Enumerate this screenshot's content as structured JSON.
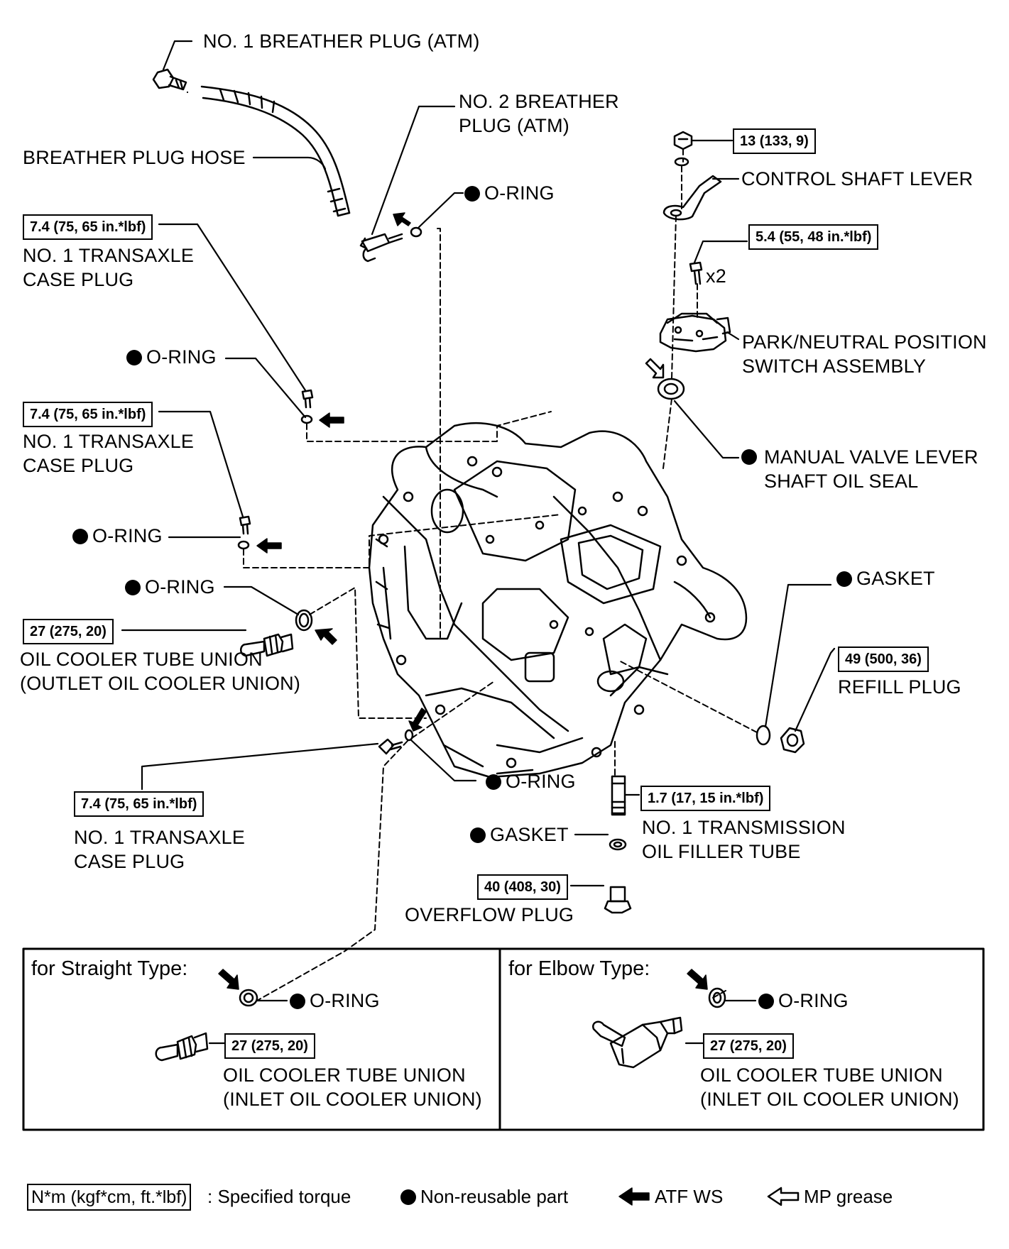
{
  "labels": {
    "breather1": "NO. 1 BREATHER PLUG (ATM)",
    "breather2": "NO. 2 BREATHER\nPLUG (ATM)",
    "breather_hose": "BREATHER PLUG HOSE",
    "oring": "O-RING",
    "transaxle_plug": "NO. 1 TRANSAXLE\nCASE PLUG",
    "control_shaft_lever": "CONTROL SHAFT LEVER",
    "x2": "x2",
    "pnp_switch": "PARK/NEUTRAL POSITION\nSWITCH ASSEMBLY",
    "manual_valve_seal": "MANUAL VALVE LEVER\nSHAFT OIL SEAL",
    "gasket": "GASKET",
    "refill_plug": "REFILL PLUG",
    "outlet_union": "OIL COOLER TUBE UNION\n(OUTLET OIL COOLER UNION)",
    "filler_tube": "NO. 1 TRANSMISSION\nOIL FILLER TUBE",
    "overflow_plug": "OVERFLOW PLUG",
    "inlet_union": "OIL COOLER TUBE UNION\n(INLET OIL COOLER UNION)"
  },
  "torques": {
    "t13": "13 (133, 9)",
    "t54": "5.4 (55, 48 in.*lbf)",
    "t74": "7.4 (75, 65 in.*lbf)",
    "t27": "27 (275, 20)",
    "t49": "49 (500, 36)",
    "t17": "1.7 (17, 15 in.*lbf)",
    "t40": "40 (408, 30)"
  },
  "panels": {
    "straight": "for Straight Type:",
    "elbow": "for Elbow Type:"
  },
  "legend": {
    "torque_key": "N*m (kgf*cm, ft.*lbf)",
    "torque_desc": ": Specified torque",
    "non_reusable": "Non-reusable part",
    "atf": "ATF WS",
    "mp": "MP grease"
  },
  "icons": {
    "non_reusable": "filled-circle-icon",
    "atf": "solid-arrow-icon",
    "mp": "hollow-arrow-icon"
  }
}
